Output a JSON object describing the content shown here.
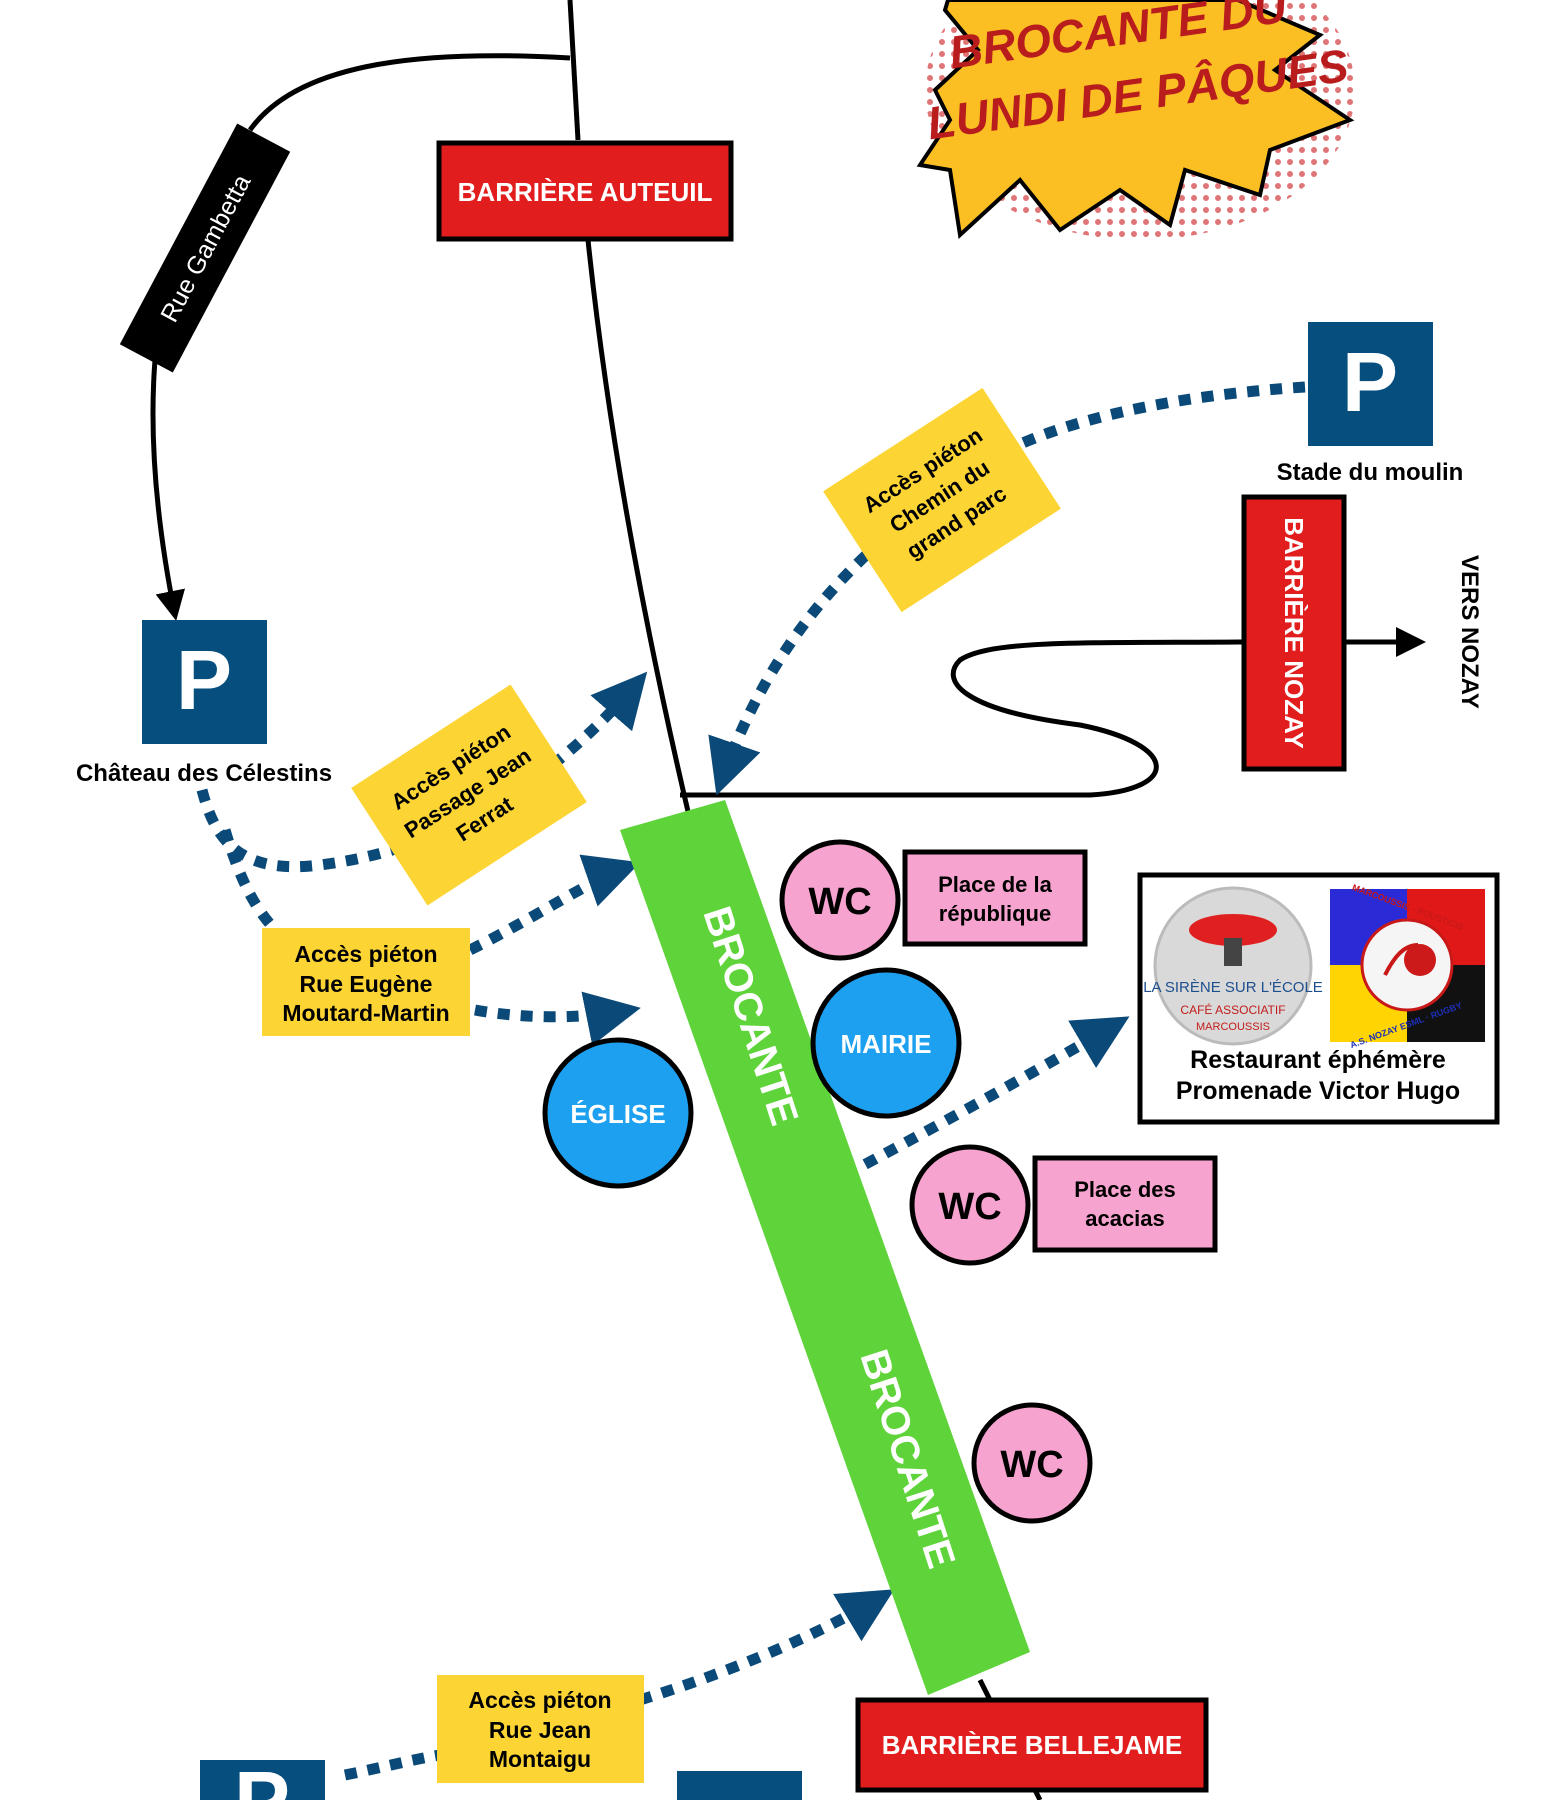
{
  "title": {
    "line1": "BROCANTE DU",
    "line2": "LUNDI DE PÂQUES",
    "burst_color": "#fbbf24",
    "text_color": "#b91c1c"
  },
  "colors": {
    "barrier": "#e11d1d",
    "parking": "#064e7e",
    "access": "#fcd535",
    "access_dots": "#0b4a78",
    "brocante": "#5fd43a",
    "wc": "#f7a3cf",
    "landmark": "#1ea0f0",
    "road": "#000000"
  },
  "barriers": {
    "auteuil": "BARRIÈRE AUTEUIL",
    "nozay": "BARRIÈRE NOZAY",
    "bellejame": "BARRIÈRE BELLEJAME"
  },
  "roads": {
    "gambetta": "Rue Gambetta",
    "vers_nozay": "VERS NOZAY"
  },
  "parkings": {
    "symbol": "P",
    "stade": "Stade du moulin",
    "chateau": "Château des Célestins"
  },
  "access": {
    "grand_parc": [
      "Accès piéton",
      "Chemin du",
      "grand parc"
    ],
    "jean_ferrat": [
      "Accès piéton",
      "Passage Jean",
      "Ferrat"
    ],
    "moutard": [
      "Accès piéton",
      "Rue Eugène",
      "Moutard-Martin"
    ],
    "montaigu": [
      "Accès piéton",
      "Rue Jean",
      "Montaigu"
    ]
  },
  "brocante": {
    "label": "BROCANTE"
  },
  "wc": {
    "label": "WC",
    "republique": [
      "Place de la",
      "république"
    ],
    "acacias": [
      "Place des",
      "acacias"
    ]
  },
  "landmarks": {
    "mairie": "MAIRIE",
    "eglise": "ÉGLISE"
  },
  "restaurant": {
    "line1": "Restaurant éphémère",
    "line2": "Promenade Victor Hugo",
    "logo_left": {
      "line1": "LA SIRÈNE SUR L'ÉCOLE",
      "line2": "CAFÉ ASSOCIATIF",
      "line3": "MARCOUSSIS"
    },
    "logo_right": {
      "top": "MARCOUSSIS · ROUSTICIS",
      "bottom": "A.S. NOZAY ESML · RUGBY"
    }
  }
}
